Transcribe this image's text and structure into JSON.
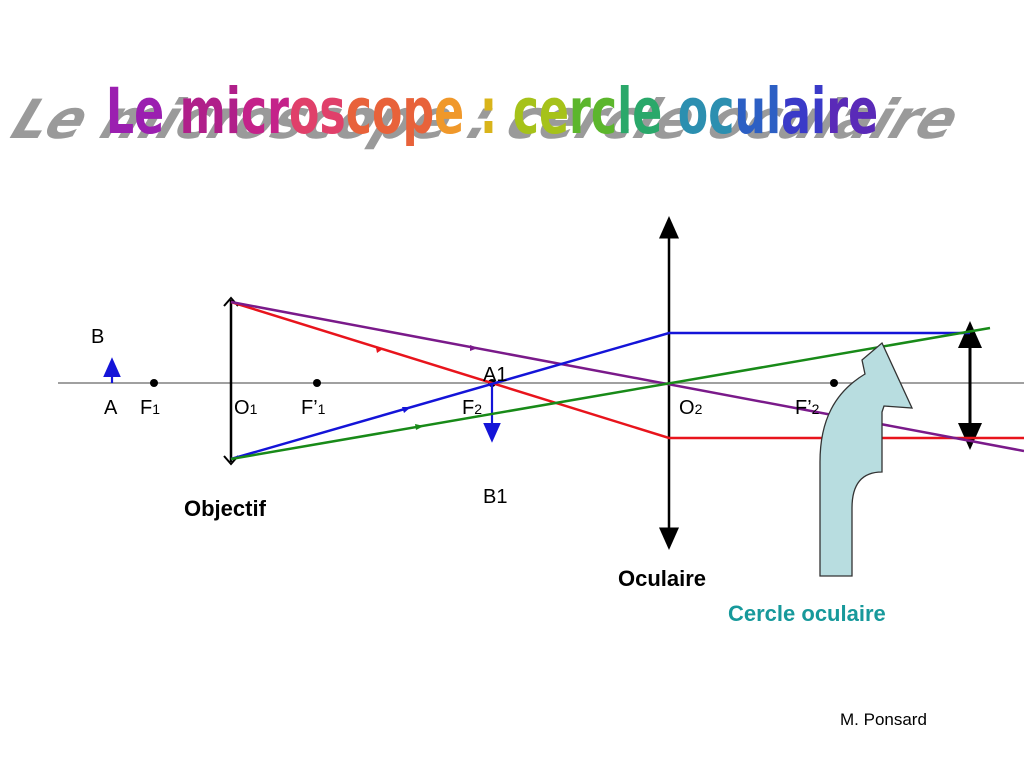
{
  "title": "Le microscope : cercle oculaire",
  "title_colors": [
    "#9b1fb0",
    "#b01f8a",
    "#c4228a",
    "#e0406a",
    "#e8623a",
    "#f0982a",
    "#d9b41a",
    "#a6c21a",
    "#5cb62c",
    "#2aa86a",
    "#2c8fb0",
    "#2c5fc4",
    "#3a3ac8",
    "#5a2ab8"
  ],
  "labels": {
    "B": "B",
    "A": "A",
    "F": "F",
    "Fp": "F’",
    "O": "O",
    "A1": "A1",
    "B1": "B1",
    "sub1": "1",
    "sub2": "2",
    "F1_full": "F1",
    "O1_full": "O1",
    "Fp1_full": "F’1",
    "F2_full": "F2",
    "O2_full": "O2",
    "Fp2_full": "F’2",
    "objectif": "Objectif",
    "oculaire": "Oculaire",
    "cercle": "Cercle oculaire",
    "author": "M. Ponsard"
  },
  "colors": {
    "red": "#e8141c",
    "purple": "#7a1a8a",
    "blue": "#1414d8",
    "green": "#188a18",
    "black": "#000000",
    "axis": "#808080",
    "arrow_fill": "#b8dde0",
    "teal": "#17999b"
  }
}
